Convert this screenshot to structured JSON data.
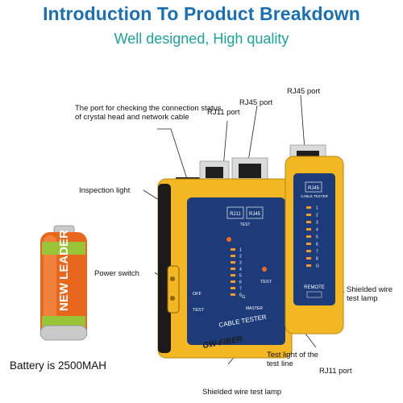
{
  "header": {
    "title": "Introduction To Product Breakdown",
    "subtitle": "Well designed, High quality"
  },
  "callouts": {
    "port_check": "The port for checking the connection status of crystal head and network cable",
    "rj11_top": "RJ11 port",
    "rj45_top_left": "RJ45 port",
    "rj45_top_right": "RJ45 port",
    "inspection_light": "Inspection light",
    "power_switch": "Power switch",
    "shielded_lamp_right": "Shielded wire test lamp",
    "test_light": "Test light of the test line",
    "rj11_bottom": "RJ11 port",
    "shielded_lamp_bottom": "Shielded wire test lamp"
  },
  "battery": {
    "caption": "Battery is 2500MAH",
    "brand": "NEW LEADER"
  },
  "device": {
    "main": {
      "rj11_label": "RJ11",
      "rj45_label": "RJ45",
      "test_label": "TEST",
      "off_label": "OFF",
      "test_side_label": "TEST",
      "master_label": "MASTER",
      "g_label": "G",
      "panel_label": "CABLE TESTER",
      "logo": "GW-FIBER",
      "led_numbers": [
        "1",
        "2",
        "3",
        "4",
        "5",
        "6",
        "7",
        "8"
      ]
    },
    "remote": {
      "rj45_label": "RJ45",
      "panel_label": "CABLE TESTER",
      "remote_label": "REMOTE",
      "led_numbers": [
        "1",
        "2",
        "3",
        "4",
        "5",
        "6",
        "7",
        "8",
        "G"
      ]
    }
  },
  "colors": {
    "title": "#1a6fb5",
    "subtitle": "#1aa39a",
    "device_yellow": "#f2b722",
    "panel_blue": "#1c3b78"
  }
}
